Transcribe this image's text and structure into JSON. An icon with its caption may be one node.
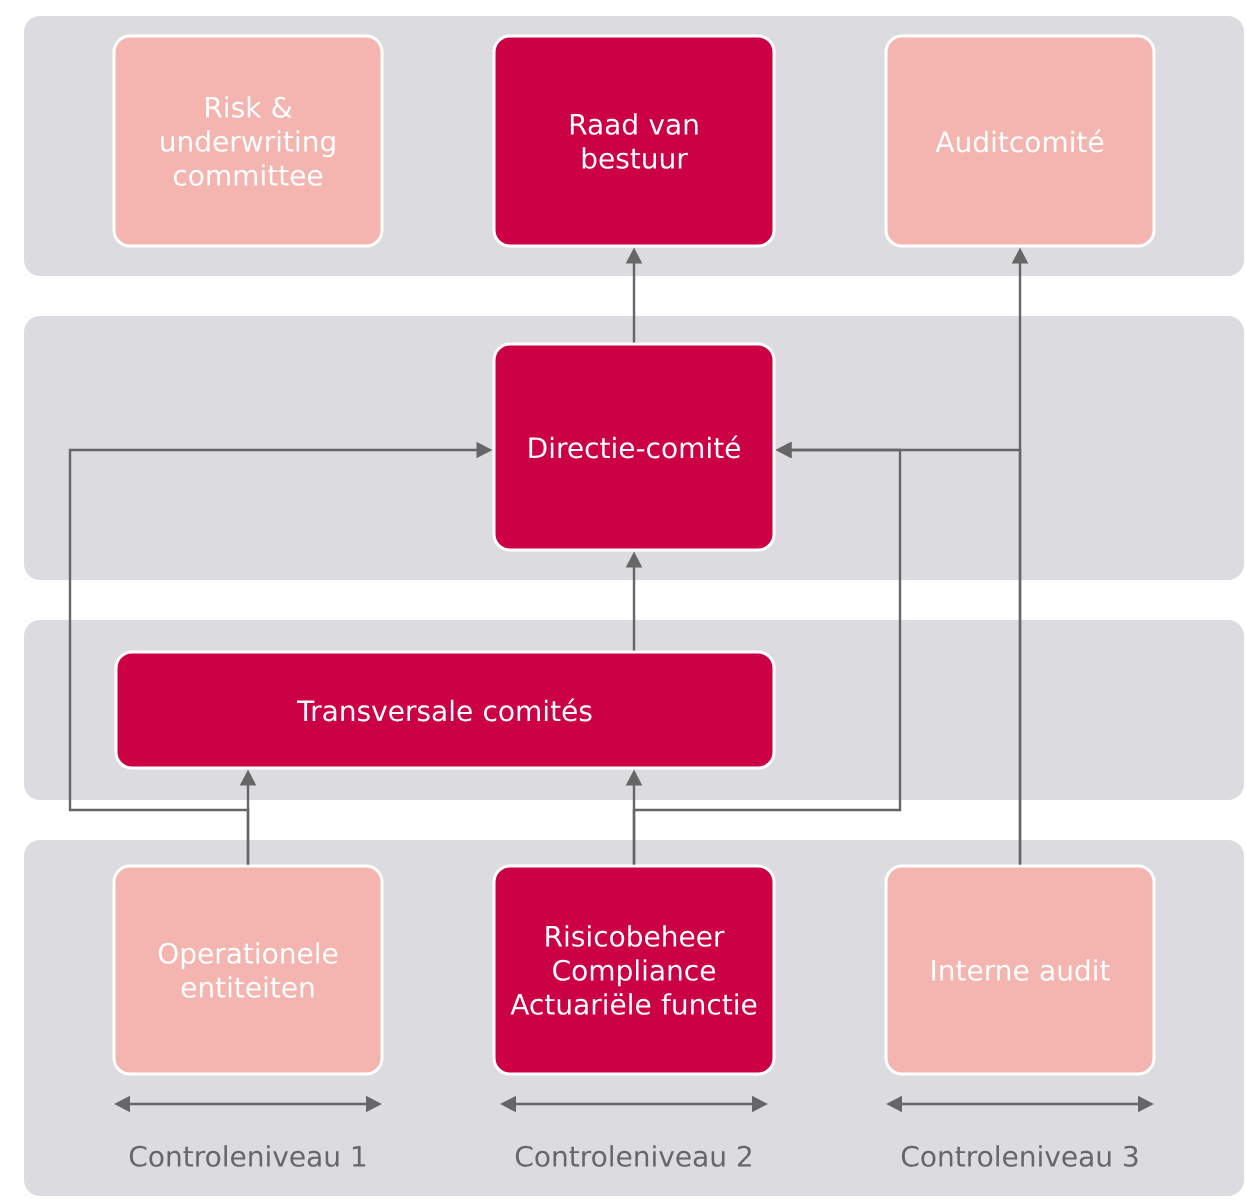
{
  "diagram": {
    "nodes": [
      {
        "text": [
          "Risk & underwriting committee"
        ]
      },
      {
        "text": [
          "Raad van bestuur"
        ]
      },
      {
        "text": [
          "Auditcomité"
        ]
      },
      {
        "text": [
          "Directie-comité"
        ]
      },
      {
        "text": [
          "Transversale comités"
        ]
      },
      {
        "text": [
          "Operationele entiteiten"
        ]
      },
      {
        "text": [
          "Risicobeheer",
          "Compliance",
          "Actuariële functie"
        ]
      },
      {
        "text": [
          "Interne audit"
        ]
      }
    ],
    "edges": [
      {
        "from": 3,
        "to": 1,
        "arrow": "to"
      },
      {
        "from": 4,
        "to": 3,
        "arrow": "to"
      },
      {
        "from": 5,
        "to": 4,
        "arrow": "to"
      },
      {
        "from": 6,
        "to": 4,
        "arrow": "to"
      },
      {
        "from": 5,
        "to": 3,
        "arrow": "to"
      },
      {
        "from": 6,
        "to": 3,
        "arrow": "to"
      },
      {
        "from": 7,
        "to": 2,
        "arrow": "to"
      },
      {
        "from": 7,
        "to": 3,
        "arrow": "to"
      }
    ],
    "labels": [
      "Controleniveau 1",
      "Controleniveau 2",
      "Controleniveau 3"
    ]
  }
}
